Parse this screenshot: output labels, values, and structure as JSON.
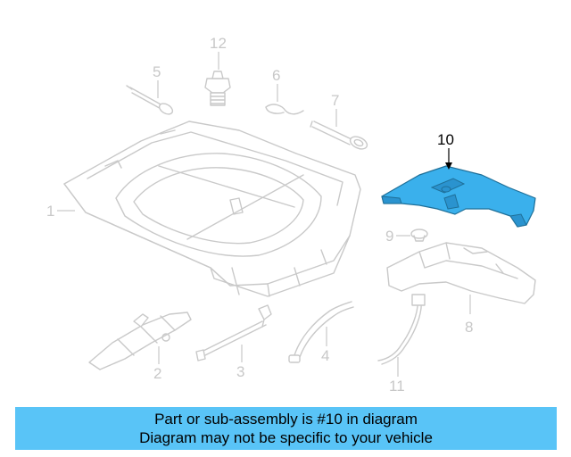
{
  "callouts": {
    "c1": "1",
    "c2": "2",
    "c3": "3",
    "c4": "4",
    "c5": "5",
    "c6": "6",
    "c7": "7",
    "c8": "8",
    "c9": "9",
    "c10": "10",
    "c11": "11",
    "c12": "12"
  },
  "highlighted_part": "10",
  "colors": {
    "highlight": "#3ab0ec",
    "banner": "#59c4f7",
    "linework": "#c9c9c9"
  },
  "banner": {
    "line1": "Part or sub-assembly is #10 in diagram",
    "line2": "Diagram may not be specific to your vehicle"
  }
}
